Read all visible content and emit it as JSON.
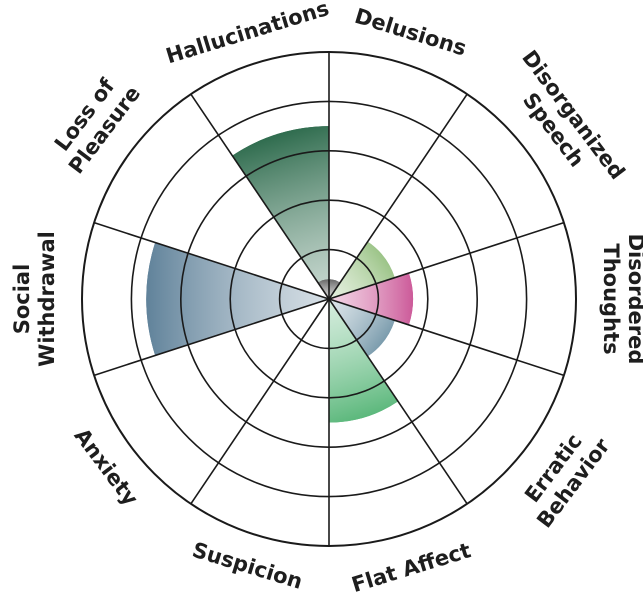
{
  "chart_data": {
    "type": "polar-area",
    "title": "",
    "rings": 5,
    "scale_max": 5,
    "categories": [
      {
        "lines": [
          "Delusions"
        ],
        "value": 0,
        "color": ""
      },
      {
        "lines": [
          "Disorganized",
          "Speech"
        ],
        "value": 1.4,
        "color": "#9cc488"
      },
      {
        "lines": [
          "Disordered",
          "Thoughts"
        ],
        "value": 1.7,
        "color": "#cc5a99"
      },
      {
        "lines": [
          "Erratic",
          "Behavior"
        ],
        "value": 1.4,
        "color": "#7b9cad"
      },
      {
        "lines": [
          "Flat Affect"
        ],
        "value": 2.5,
        "color": "#5cb87c"
      },
      {
        "lines": [
          "Suspicion"
        ],
        "value": 0,
        "color": ""
      },
      {
        "lines": [
          "Anxiety"
        ],
        "value": 0,
        "color": ""
      },
      {
        "lines": [
          "Social",
          "Withdrawal"
        ],
        "value": 3.7,
        "color": "#60829a"
      },
      {
        "lines": [
          "Loss of",
          "Pleasure"
        ],
        "value": 0,
        "color": ""
      },
      {
        "lines": [
          "Hallucinations"
        ],
        "value": 3.5,
        "color": "#2f6c4e"
      },
      {
        "lines": [
          "Hallucinations"
        ],
        "value": 0.4,
        "color": "#666666"
      }
    ]
  }
}
